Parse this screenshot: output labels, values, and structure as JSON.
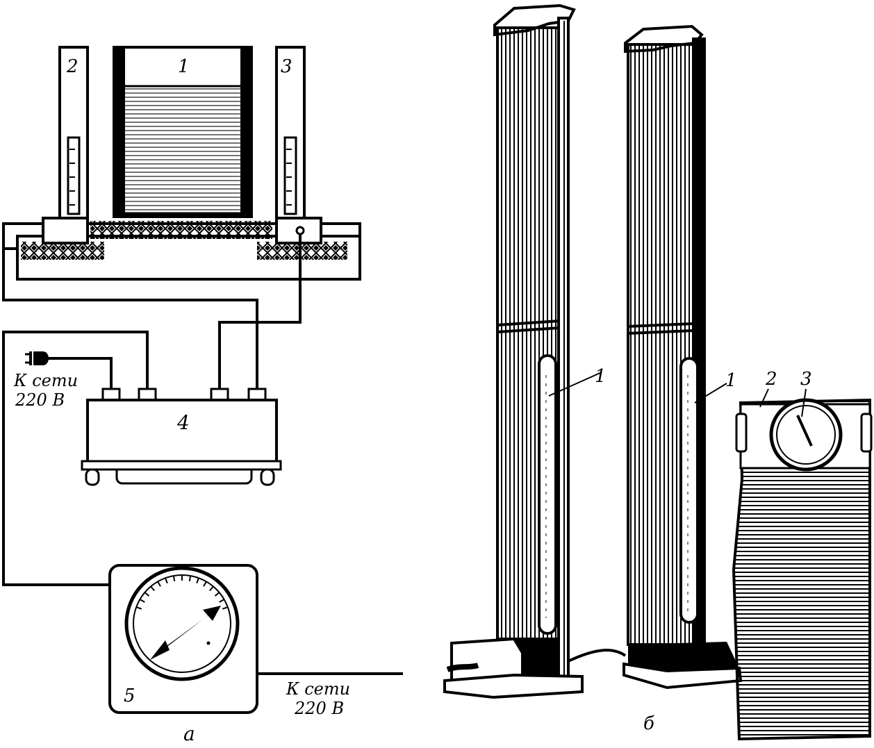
{
  "figure": {
    "left_part_label": "а",
    "right_part_label": "б"
  },
  "schematic": {
    "container_label": "1",
    "thermometer_left_label": "2",
    "thermometer_right_label": "3",
    "transformer_label": "4",
    "meter_label": "5",
    "mains_label_line1": "К сети",
    "mains_label_line2": "220 В",
    "meter_mains_line1": "К сети",
    "meter_mains_line2": "220 В"
  },
  "apparatus": {
    "column_left_label": "1",
    "column_right_label": "1",
    "control_box_label": "2",
    "dial_label": "3"
  }
}
